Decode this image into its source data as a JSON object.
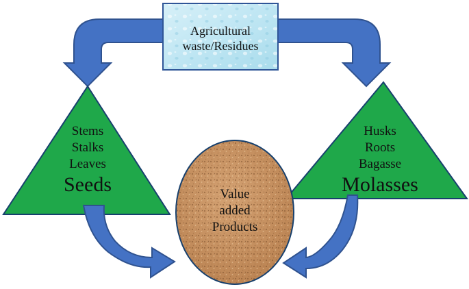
{
  "source_box": {
    "line1": "Agricultural",
    "line2": "waste/Residues"
  },
  "left_triangle": {
    "items": [
      "Stems",
      "Stalks",
      "Leaves"
    ],
    "main": "Seeds"
  },
  "right_triangle": {
    "items": [
      "Husks",
      "Roots",
      "Bagasse"
    ],
    "main": "Molasses"
  },
  "center": {
    "lines": [
      "Value",
      "added",
      "Products"
    ]
  },
  "colors": {
    "arrow_fill": "#4472c4",
    "arrow_stroke": "#2f528f",
    "triangle_fill": "#1fa84a",
    "triangle_stroke": "#17406d",
    "box_fill": "#bfe6f3",
    "box_stroke": "#2f5597",
    "oval_fill": "#c8956a"
  }
}
